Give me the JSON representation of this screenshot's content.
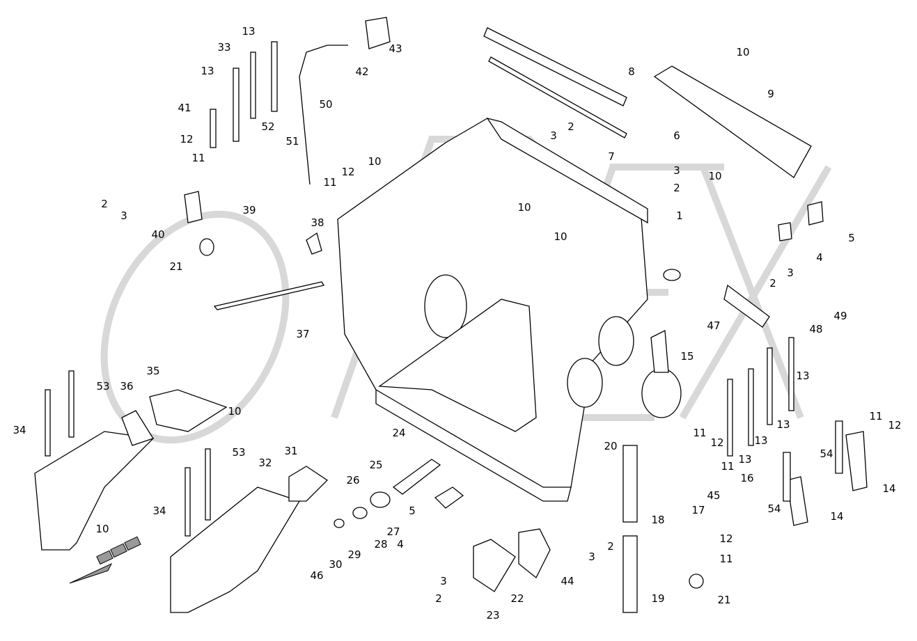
{
  "diagram": {
    "type": "exploded-parts-drawing",
    "watermark": "OREX",
    "line_color": "#000000",
    "watermark_color": "#d8d8d8",
    "callouts": [
      "13",
      "33",
      "13",
      "41",
      "12",
      "11",
      "2",
      "3",
      "40",
      "39",
      "21",
      "52",
      "51",
      "11",
      "12",
      "10",
      "50",
      "42",
      "43",
      "8",
      "7",
      "3",
      "2",
      "10",
      "9",
      "6",
      "3",
      "2",
      "10",
      "1",
      "5",
      "4",
      "3",
      "2",
      "10",
      "10",
      "38",
      "37",
      "47",
      "48",
      "49",
      "15",
      "13",
      "13",
      "13",
      "13",
      "53",
      "36",
      "35",
      "10",
      "34",
      "24",
      "20",
      "11",
      "12",
      "11",
      "16",
      "45",
      "17",
      "18",
      "25",
      "26",
      "5",
      "4",
      "27",
      "28",
      "29",
      "30",
      "46",
      "53",
      "32",
      "31",
      "34",
      "10",
      "3",
      "2",
      "23",
      "22",
      "44",
      "2",
      "3",
      "12",
      "11",
      "21",
      "19",
      "54",
      "11",
      "12",
      "14",
      "54",
      "14"
    ]
  }
}
